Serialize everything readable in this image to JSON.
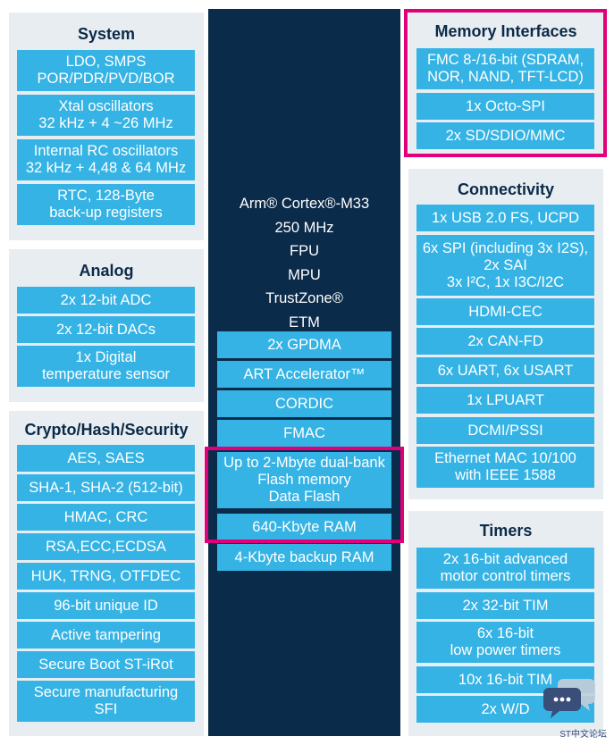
{
  "system": {
    "title": "System",
    "items": [
      "LDO, SMPS\nPOR/PDR/PVD/BOR",
      "Xtal oscillators\n32 kHz + 4 ~26 MHz",
      "Internal RC oscillators\n32 kHz + 4,48 & 64 MHz",
      "RTC, 128-Byte\nback-up registers"
    ]
  },
  "analog": {
    "title": "Analog",
    "items": [
      "2x 12-bit ADC",
      "2x 12-bit DACs",
      "1x Digital\ntemperature sensor"
    ]
  },
  "crypto": {
    "title": "Crypto/Hash/Security",
    "items": [
      "AES, SAES",
      "SHA-1, SHA-2 (512-bit)",
      "HMAC, CRC",
      "RSA,ECC,ECDSA",
      "HUK, TRNG, OTFDEC",
      "96-bit unique ID",
      "Active tampering",
      "Secure Boot ST-iRot",
      "Secure manufacturing\nSFI"
    ]
  },
  "core": {
    "text": "Arm® Cortex®-M33\n250 MHz\nFPU\nMPU\nTrustZone®\nETM",
    "items": [
      "2x GPDMA",
      "ART Accelerator™",
      "CORDIC",
      "FMAC",
      "Up to 2-Mbyte dual-bank\nFlash memory\nData Flash",
      "640-Kbyte RAM",
      "4-Kbyte backup RAM"
    ]
  },
  "memory": {
    "title": "Memory Interfaces",
    "items": [
      "FMC 8-/16-bit (SDRAM,\nNOR, NAND, TFT-LCD)",
      "1x Octo-SPI",
      "2x SD/SDIO/MMC"
    ]
  },
  "connectivity": {
    "title": "Connectivity",
    "items": [
      "1x USB 2.0 FS, UCPD",
      "6x SPI (including 3x I2S),\n2x SAI\n3x I²C, 1x I3C/I2C",
      "HDMI-CEC",
      "2x CAN-FD",
      "6x UART, 6x USART",
      "1x LPUART",
      "DCMI/PSSI",
      "Ethernet MAC 10/100\nwith IEEE 1588"
    ]
  },
  "timers": {
    "title": "Timers",
    "items": [
      "2x 16-bit advanced\nmotor control timers",
      "2x 32-bit TIM",
      "6x 16-bit\nlow power timers",
      "10x 16-bit TIM",
      "2x W/D"
    ]
  },
  "colors": {
    "panel": "#e8edf2",
    "item": "#35b3e5",
    "core": "#0b2b4a",
    "title": "#0b2a48",
    "highlight": "#e1007a"
  },
  "watermark": {
    "text": "ST中文论坛",
    "icon": "chat-bubbles-icon"
  }
}
